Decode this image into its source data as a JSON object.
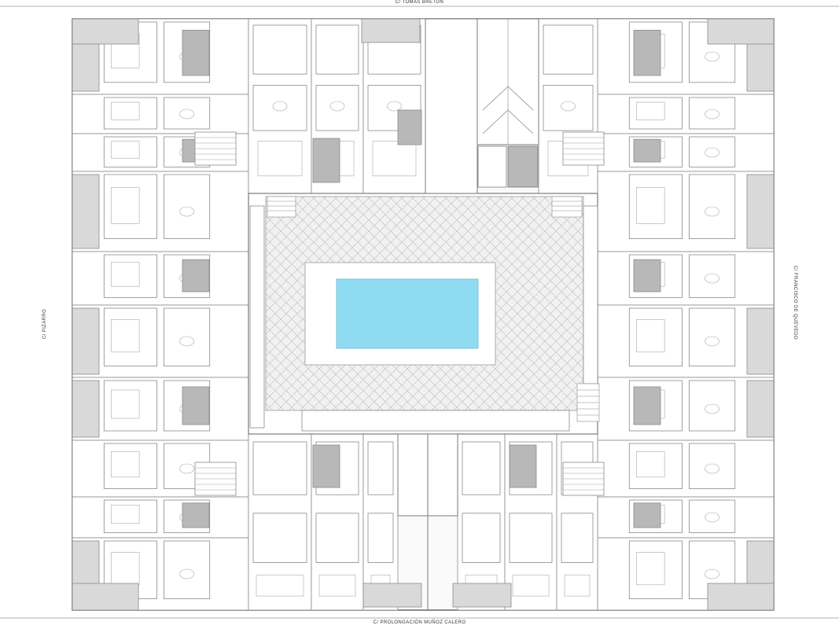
{
  "streets": {
    "north": "C/ TOMÁS BRETÓN",
    "south": "C/ PROLONGACIÓN MUÑOZ CALERO",
    "west": "C/ PIZARRO",
    "east": "C/ FRANCISCO DE QUEVEDO"
  },
  "colors": {
    "pool": "#8fdcf2",
    "paving": "#efefef",
    "wall": "#8a8a8a",
    "terrace": "#d9d9d9",
    "wet_room": "#b8b8b8",
    "background": "#ffffff"
  }
}
